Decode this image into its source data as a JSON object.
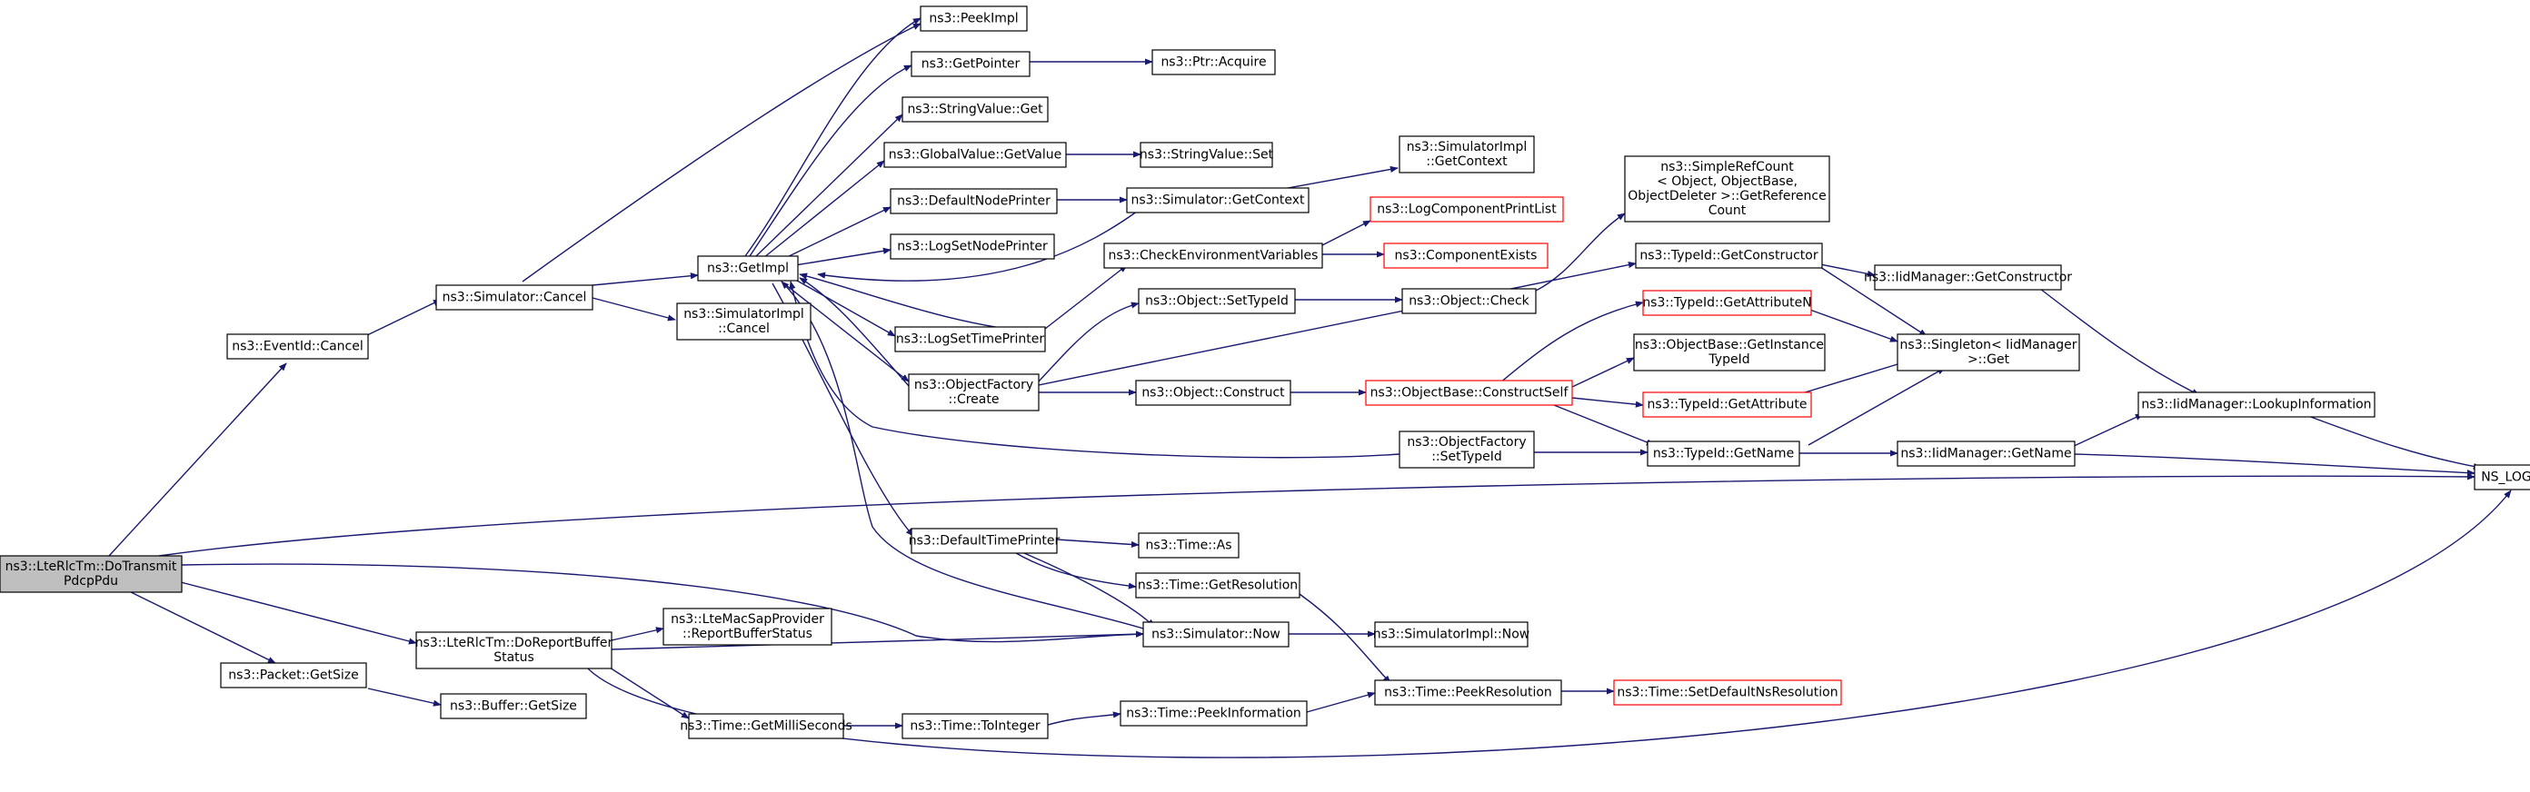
{
  "diagram": {
    "colors": {
      "edge": "#191970",
      "box": "#000000",
      "box_red": "#ff0000",
      "root_fill": "#bfbfbf",
      "fill": "#ffffff"
    },
    "nodes": [
      {
        "id": "root",
        "lines": [
          "ns3::LteRlcTm::DoTransmit",
          "PdcpPdu"
        ],
        "root": true
      },
      {
        "id": "eventid_cancel",
        "lines": [
          "ns3::EventId::Cancel"
        ]
      },
      {
        "id": "packet_getsize",
        "lines": [
          "ns3::Packet::GetSize"
        ]
      },
      {
        "id": "dorbs",
        "lines": [
          "ns3::LteRlcTm::DoReportBuffer",
          "Status"
        ]
      },
      {
        "id": "sim_cancel",
        "lines": [
          "ns3::Simulator::Cancel"
        ]
      },
      {
        "id": "buffer_getsize",
        "lines": [
          "ns3::Buffer::GetSize"
        ]
      },
      {
        "id": "macsap",
        "lines": [
          "ns3::LteMacSapProvider",
          "::ReportBufferStatus"
        ]
      },
      {
        "id": "getmilli",
        "lines": [
          "ns3::Time::GetMilliSeconds"
        ]
      },
      {
        "id": "getimpl",
        "lines": [
          "ns3::GetImpl"
        ]
      },
      {
        "id": "simimpl_cancel",
        "lines": [
          "ns3::SimulatorImpl",
          "::Cancel"
        ]
      },
      {
        "id": "peekimpl",
        "lines": [
          "ns3::PeekImpl"
        ]
      },
      {
        "id": "getpointer",
        "lines": [
          "ns3::GetPointer"
        ]
      },
      {
        "id": "strval_get",
        "lines": [
          "ns3::StringValue::Get"
        ]
      },
      {
        "id": "gv_getvalue",
        "lines": [
          "ns3::GlobalValue::GetValue"
        ]
      },
      {
        "id": "defnodeprinter",
        "lines": [
          "ns3::DefaultNodePrinter"
        ]
      },
      {
        "id": "logsetnode",
        "lines": [
          "ns3::LogSetNodePrinter"
        ]
      },
      {
        "id": "logsettime",
        "lines": [
          "ns3::LogSetTimePrinter"
        ]
      },
      {
        "id": "of_create",
        "lines": [
          "ns3::ObjectFactory",
          "::Create"
        ]
      },
      {
        "id": "deftimeprinter",
        "lines": [
          "ns3::DefaultTimePrinter"
        ]
      },
      {
        "id": "toint",
        "lines": [
          "ns3::Time::ToInteger"
        ]
      },
      {
        "id": "ptr_acquire",
        "lines": [
          "ns3::Ptr::Acquire"
        ]
      },
      {
        "id": "strval_set",
        "lines": [
          "ns3::StringValue::Set"
        ]
      },
      {
        "id": "sim_getcontext",
        "lines": [
          "ns3::Simulator::GetContext"
        ]
      },
      {
        "id": "checkenv",
        "lines": [
          "ns3::CheckEnvironmentVariables"
        ]
      },
      {
        "id": "obj_settypeid",
        "lines": [
          "ns3::Object::SetTypeId"
        ]
      },
      {
        "id": "obj_construct",
        "lines": [
          "ns3::Object::Construct"
        ]
      },
      {
        "id": "of_settypeid",
        "lines": [
          "ns3::ObjectFactory",
          "::SetTypeId"
        ]
      },
      {
        "id": "time_as",
        "lines": [
          "ns3::Time::As"
        ]
      },
      {
        "id": "time_getres",
        "lines": [
          "ns3::Time::GetResolution"
        ]
      },
      {
        "id": "sim_now",
        "lines": [
          "ns3::Simulator::Now"
        ]
      },
      {
        "id": "peekinfo",
        "lines": [
          "ns3::Time::PeekInformation"
        ]
      },
      {
        "id": "simimpl_getctx",
        "lines": [
          "ns3::SimulatorImpl",
          "::GetContext"
        ]
      },
      {
        "id": "logcomplist",
        "lines": [
          "ns3::LogComponentPrintList"
        ],
        "red": true
      },
      {
        "id": "compexists",
        "lines": [
          "ns3::ComponentExists"
        ],
        "red": true
      },
      {
        "id": "obj_check",
        "lines": [
          "ns3::Object::Check"
        ]
      },
      {
        "id": "ob_constructself",
        "lines": [
          "ns3::ObjectBase::ConstructSelf"
        ],
        "red": true
      },
      {
        "id": "simimpl_now",
        "lines": [
          "ns3::SimulatorImpl::Now"
        ]
      },
      {
        "id": "peekres",
        "lines": [
          "ns3::Time::PeekResolution"
        ]
      },
      {
        "id": "srcgetref",
        "lines": [
          "ns3::SimpleRefCount",
          "< Object, ObjectBase,",
          " ObjectDeleter >::GetReference",
          "Count"
        ]
      },
      {
        "id": "tid_getctor",
        "lines": [
          "ns3::TypeId::GetConstructor"
        ]
      },
      {
        "id": "tid_getattrn",
        "lines": [
          "ns3::TypeId::GetAttributeN"
        ],
        "red": true
      },
      {
        "id": "ob_getinsttid",
        "lines": [
          "ns3::ObjectBase::GetInstance",
          "TypeId"
        ]
      },
      {
        "id": "tid_getattr",
        "lines": [
          "ns3::TypeId::GetAttribute"
        ],
        "red": true
      },
      {
        "id": "tid_getname",
        "lines": [
          "ns3::TypeId::GetName"
        ]
      },
      {
        "id": "setdefres",
        "lines": [
          "ns3::Time::SetDefaultNsResolution"
        ],
        "red": true
      },
      {
        "id": "iid_getctor",
        "lines": [
          "ns3::IidManager::GetConstructor"
        ]
      },
      {
        "id": "singleton_get",
        "lines": [
          "ns3::Singleton< IidManager",
          " >::Get"
        ]
      },
      {
        "id": "iid_getname",
        "lines": [
          "ns3::IidManager::GetName"
        ]
      },
      {
        "id": "iid_lookup",
        "lines": [
          "ns3::IidManager::LookupInformation"
        ]
      },
      {
        "id": "nslog",
        "lines": [
          "NS_LOG_LOGIC"
        ]
      }
    ]
  }
}
